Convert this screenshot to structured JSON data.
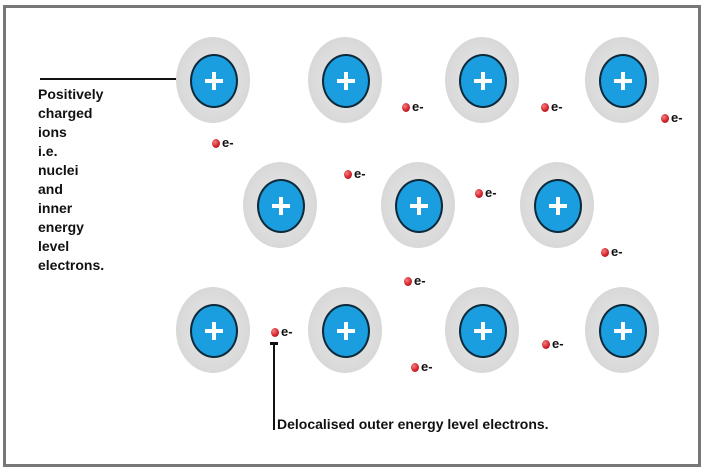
{
  "diagram": {
    "title": "Metallic bonding model",
    "ion_symbol": "+",
    "electron_label": "e-",
    "ion_rows": [
      4,
      3,
      4
    ],
    "ion_count": 11,
    "electron_count": 11,
    "labels": {
      "ions": [
        "Positively",
        "charged",
        "ions",
        "i.e.",
        "nuclei",
        "and",
        "inner",
        "energy",
        "level",
        "electrons."
      ],
      "delocalised": "Delocalised outer energy level electrons."
    },
    "colors": {
      "ion_core": "#1a9ee0",
      "ion_shell": "#dcdcdc",
      "electron": "#d4232d",
      "frame_border": "#777777",
      "text": "#111111"
    }
  }
}
